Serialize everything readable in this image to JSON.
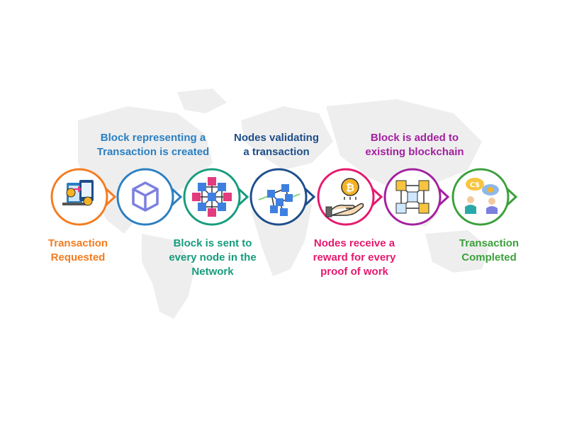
{
  "steps": [
    {
      "id": "transaction-requested",
      "label": [
        "Transaction",
        "Requested"
      ],
      "color": "#f47c20",
      "icon": "payment-devices-icon"
    },
    {
      "id": "block-created",
      "label": [
        "Block representing a",
        "Transaction is created"
      ],
      "color": "#2b7fc1",
      "icon": "cube-icon"
    },
    {
      "id": "block-sent",
      "label": [
        "Block is sent to",
        "every node in the",
        "Network"
      ],
      "color": "#179c7d",
      "icon": "block-network-icon"
    },
    {
      "id": "nodes-validating",
      "label": [
        "Nodes validating",
        "a transaction"
      ],
      "color": "#1d4e89",
      "icon": "block-chain-validation-icon"
    },
    {
      "id": "nodes-reward",
      "label": [
        "Nodes receive a",
        "reward for every",
        "proof of work"
      ],
      "color": "#e6196e",
      "icon": "bitcoin-hand-icon"
    },
    {
      "id": "block-added",
      "label": [
        "Block is added to",
        "existing blockchain"
      ],
      "color": "#a3209f",
      "icon": "blockchain-cubes-icon"
    },
    {
      "id": "transaction-completed",
      "label": [
        "Transaction",
        "Completed"
      ],
      "color": "#3ca03c",
      "icon": "people-exchange-icon"
    }
  ],
  "icon_colors": {
    "cube": "#7b7fe0",
    "block_blue": "#3f7fe0",
    "block_pink": "#e23b7e",
    "block_yellow": "#f7c43f",
    "link_green": "#7bd37b",
    "coin": "#f5b324"
  },
  "coin_symbol": "₿",
  "currency_symbol": "C$"
}
